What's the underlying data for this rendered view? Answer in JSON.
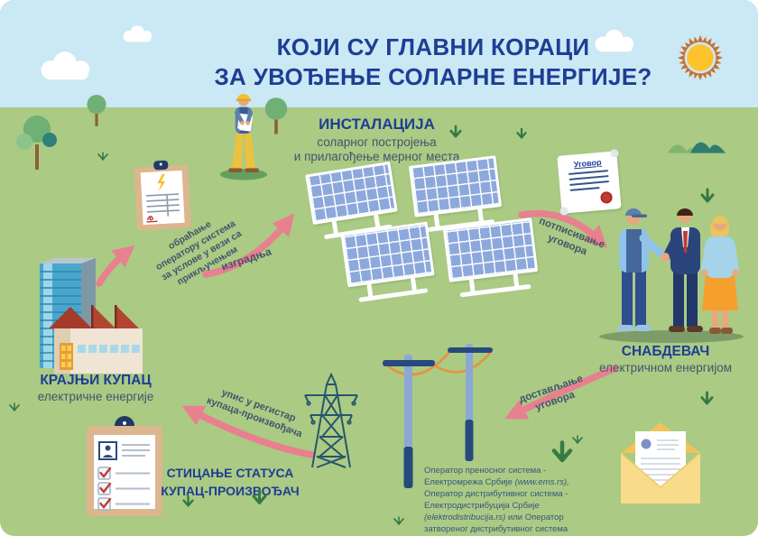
{
  "title": {
    "line1": "КОЈИ СУ ГЛАВНИ КОРАЦИ",
    "line2": "ЗА УВОЂЕЊЕ СОЛАРНЕ ЕНЕРГИЈЕ?"
  },
  "steps": {
    "installation": {
      "heading": "ИНСТАЛАЦИЈА",
      "sub": "соларног постројења\nи прилагођење мерног места"
    },
    "end_customer": {
      "heading": "КРАЈЊИ КУПАЦ",
      "sub": "електричне енергије"
    },
    "supplier": {
      "heading": "СНАБДЕВАЧ",
      "sub": "електричном енергијом"
    },
    "status": {
      "heading": "СТИЦАЊЕ СТАТУСА\nКУПАЦ-ПРОИЗВОЂАЧ"
    }
  },
  "arrow_labels": {
    "request": "обраћање\nоператору система\nза услове у вези са\nприкључењем",
    "construction": "изградња",
    "signing": "потписивање\nуговора",
    "delivery": "достављање\nуговора",
    "registration": "упис у регистар\nкупаца-произвођача"
  },
  "contract": {
    "label": "Уговор"
  },
  "footnote": {
    "l1": "Оператор преносног система -",
    "l2a": "Електромрежа Србије ",
    "l2b": "(www.ems.rs),",
    "l3": "Оператор дистрибутивног система -",
    "l4": "Електродистрибуција Србије",
    "l5a": "(elektrodistribucija.rs)",
    "l5b": " или Оператор",
    "l6": "затвореног дистрибутивног система"
  },
  "colors": {
    "sky": "#cbe8f5",
    "grass": "#abca84",
    "heading_navy": "#1e3e94",
    "text_slate": "#44546b",
    "arrow_pink": "#e8808f",
    "green_accent": "#357a44",
    "sun_yellow": "#fcc32d",
    "panel_blue": "#8da9dc"
  }
}
